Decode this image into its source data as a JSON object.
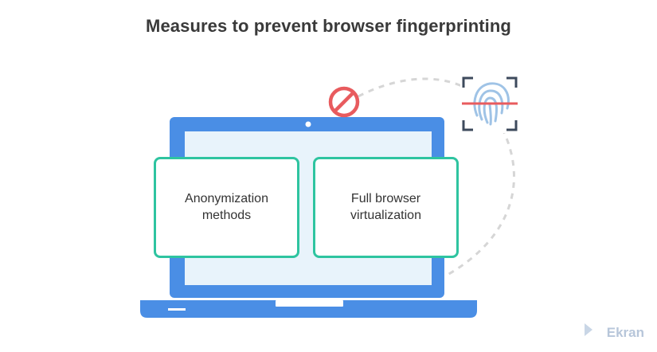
{
  "title": "Measures to prevent browser fingerprinting",
  "cards": [
    {
      "text": "Anonymization methods"
    },
    {
      "text": "Full browser virtualization"
    }
  ],
  "icons": {
    "block": "prohibited-icon",
    "fingerprint": "fingerprint-scan-icon",
    "laptop": "laptop-icon"
  },
  "colors": {
    "laptop_frame": "#4a8ee5",
    "laptop_screen": "#e8f3fb",
    "card_border": "#2ec4a0",
    "prohibit": "#e85b5e",
    "fingerprint": "#9fc3e6",
    "scan_line": "#e85b5e",
    "dashed_path": "#d6d6d6",
    "brand": "#b7c6da"
  },
  "brand": "Ekran"
}
